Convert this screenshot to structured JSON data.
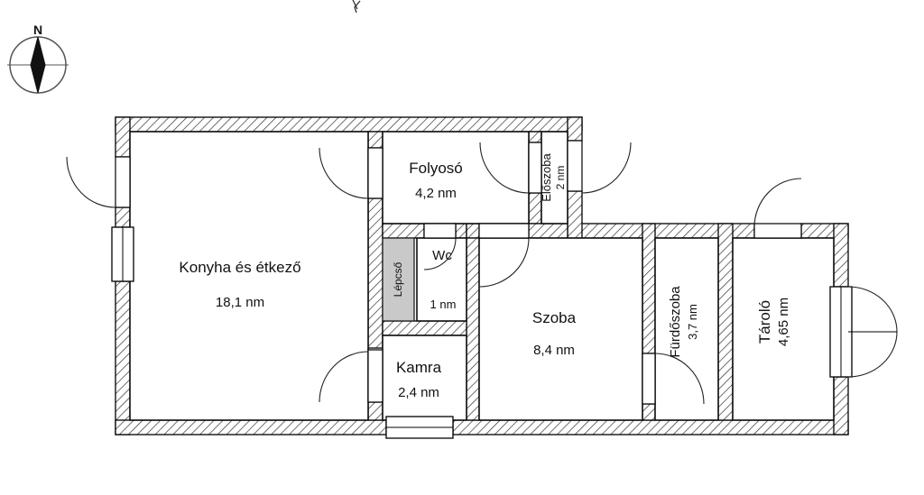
{
  "page": {
    "background": "#ffffff"
  },
  "compass": {
    "north_label": "N"
  },
  "rooms": [
    {
      "id": "konyha",
      "name": "Konyha és étkező",
      "area": "18,1 nm"
    },
    {
      "id": "folyoso",
      "name": "Folyosó",
      "area": "4,2 nm"
    },
    {
      "id": "eloszoba",
      "name": "Előszoba",
      "area": "2 nm"
    },
    {
      "id": "lepcso",
      "name": "Lépcső",
      "area": ""
    },
    {
      "id": "wc",
      "name": "Wc",
      "area": "1 nm"
    },
    {
      "id": "szoba",
      "name": "Szoba",
      "area": "8,4 nm"
    },
    {
      "id": "kamra",
      "name": "Kamra",
      "area": "2,4 nm"
    },
    {
      "id": "furdoszoba",
      "name": "Fürdőszoba",
      "area": "3,7 nm"
    },
    {
      "id": "tarolo",
      "name": "Tároló",
      "area": "4,65 nm"
    }
  ],
  "colors": {
    "wall_outline": "#000000",
    "stairs_fill": "#c9c9c9",
    "room_fill": "#ffffff",
    "text": "#111111"
  }
}
